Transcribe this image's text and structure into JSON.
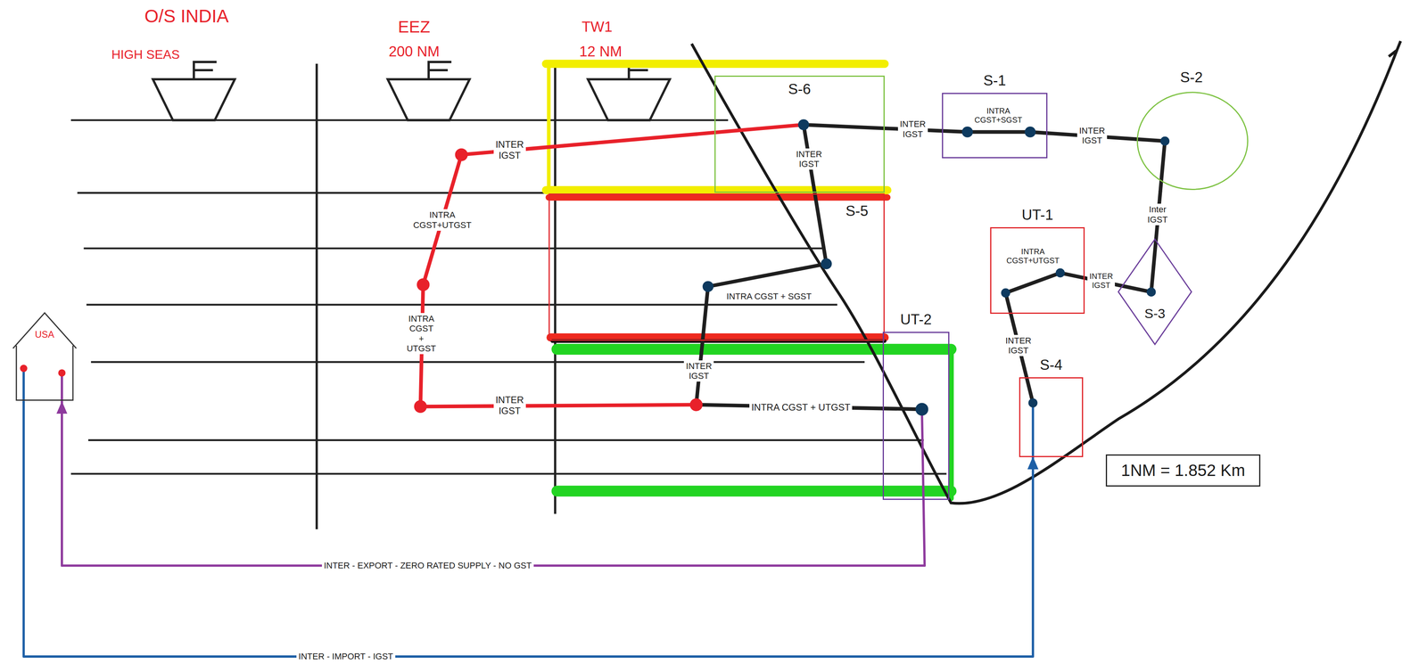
{
  "diagram": {
    "nodes": [
      {
        "text": [
          "S-6"
        ]
      },
      {
        "text": [
          "S-1"
        ]
      },
      {
        "text": [
          "S-2"
        ]
      },
      {
        "text": [
          "S-5"
        ]
      },
      {
        "text": [
          "UT-1"
        ]
      },
      {
        "text": [
          "S-3"
        ]
      },
      {
        "text": [
          "UT-2"
        ]
      },
      {
        "text": [
          "S-4"
        ]
      },
      {
        "text": [
          "USA"
        ]
      },
      {
        "text": [
          "1NM = 1.852 Km"
        ]
      }
    ],
    "edges": [
      {
        "from": 0,
        "to": 1,
        "arrow": "none",
        "label": "INTER IGST"
      },
      {
        "from": 1,
        "to": 2,
        "arrow": "none",
        "label": "INTER IGST"
      },
      {
        "from": 2,
        "to": 5,
        "arrow": "none",
        "label": "Inter IGST"
      },
      {
        "from": 5,
        "to": 4,
        "arrow": "none",
        "label": "INTER IGST"
      },
      {
        "from": 4,
        "to": 7,
        "arrow": "none",
        "label": "INTER IGST"
      },
      {
        "from": 0,
        "to": 3,
        "arrow": "none",
        "label": "INTER IGST"
      },
      {
        "from": 3,
        "to": 6,
        "arrow": "none",
        "label": "INTER IGST"
      },
      {
        "from": 6,
        "to": 8,
        "arrow": "to",
        "label": "INTER - EXPORT - ZERO RATED SUPPLY - NO GST"
      },
      {
        "from": 8,
        "to": 7,
        "arrow": "to",
        "label": "INTER - IMPORT - IGST"
      }
    ],
    "labels": [
      "O/S INDIA",
      "HIGH SEAS",
      "EEZ",
      "200 NM",
      "TW1",
      "12 NM",
      "INTER IGST",
      "INTRA CGST+UTGST",
      "INTRA CGST + UTGST",
      "INTER IGST",
      "INTRA CGST+SGST",
      "INTRA CGST + SGST",
      "INTRA CGST+UTGST",
      "INTRA CGST + UTGST"
    ]
  }
}
